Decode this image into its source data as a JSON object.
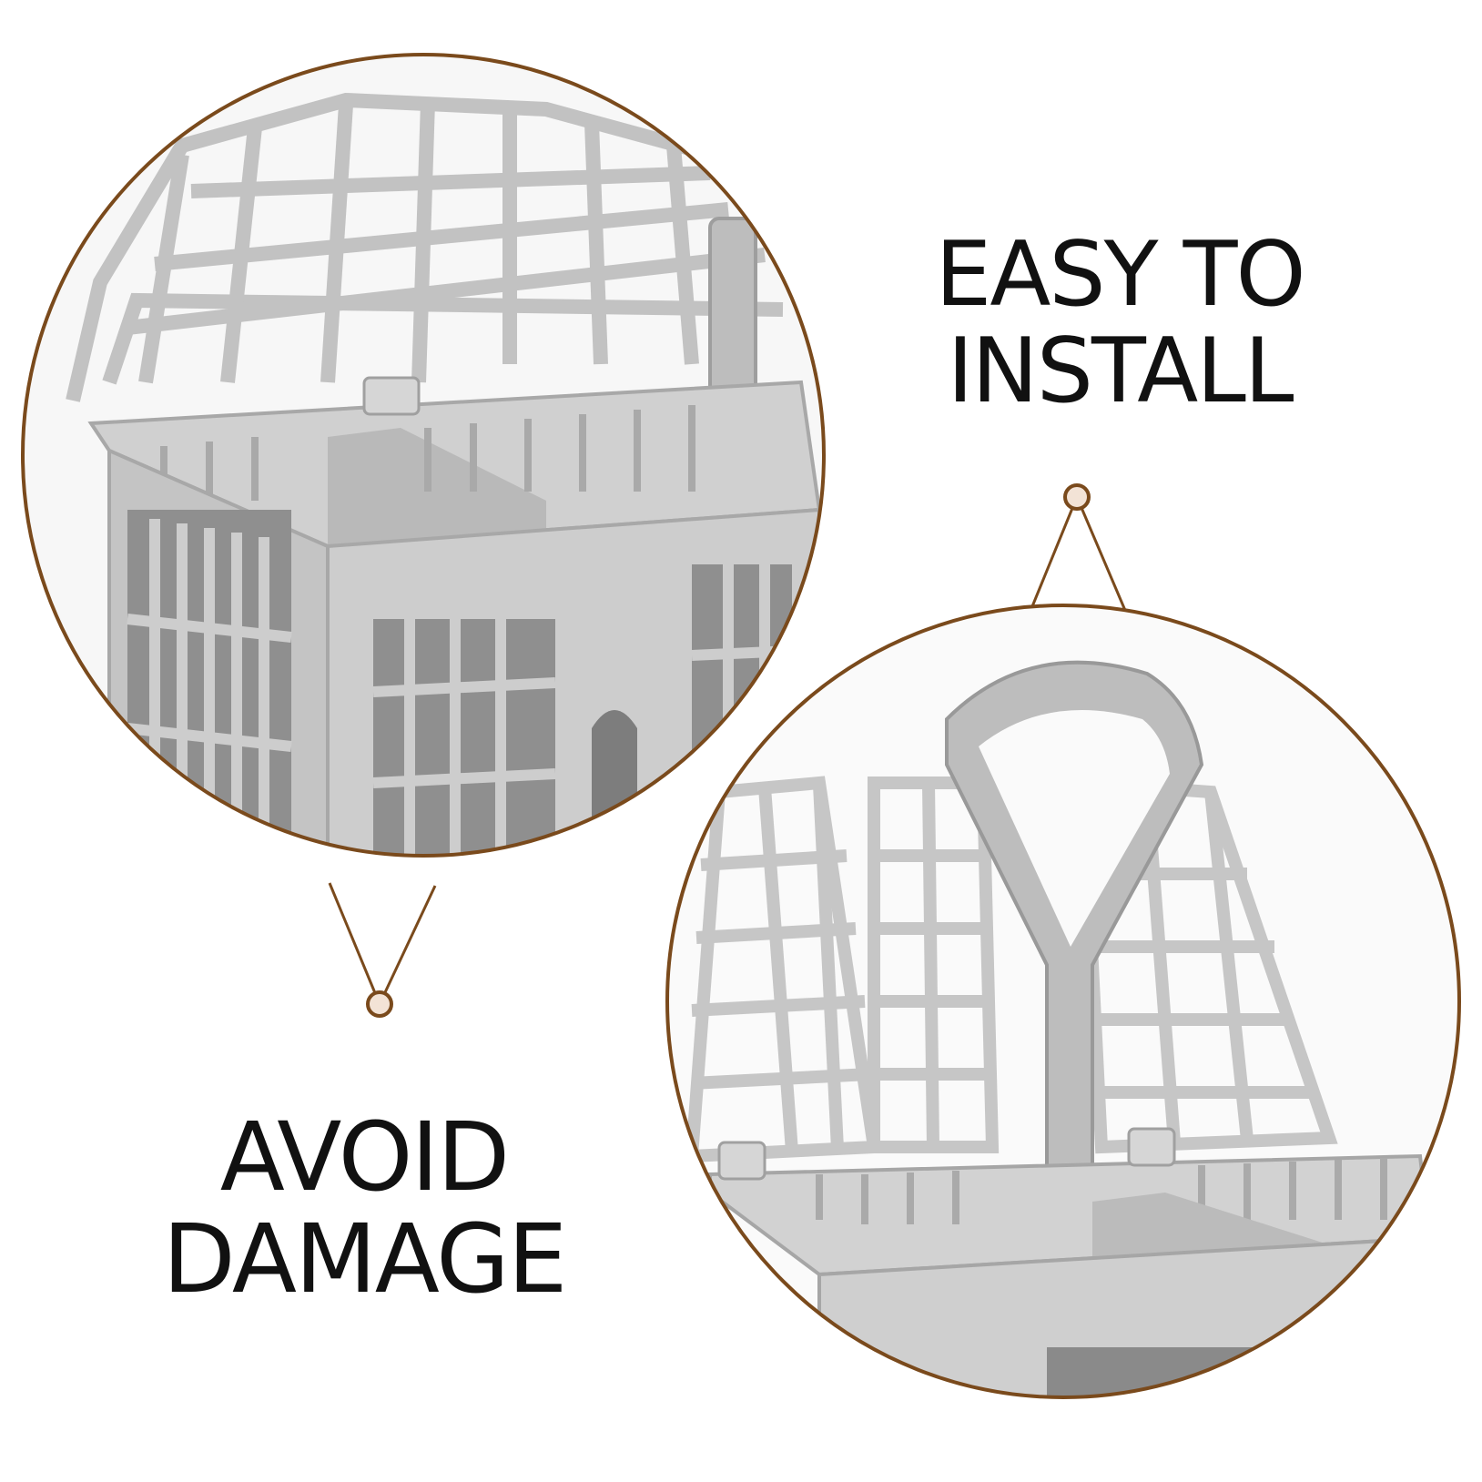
{
  "captions": {
    "install": {
      "line1": "EASY TO",
      "line2": "INSTALL"
    },
    "damage": {
      "line1": "AVOID",
      "line2": "DAMAGE"
    }
  },
  "colors": {
    "ring": "#7a4a1c",
    "dot_fill": "#f3e3d6",
    "plastic": "#c7c7c7",
    "plastic_shade": "#a9a9a9",
    "text": "#111111"
  },
  "icons": {
    "top_photo": "cutlery-basket-lid-open-photo",
    "bottom_photo": "cutlery-basket-handle-photo"
  }
}
